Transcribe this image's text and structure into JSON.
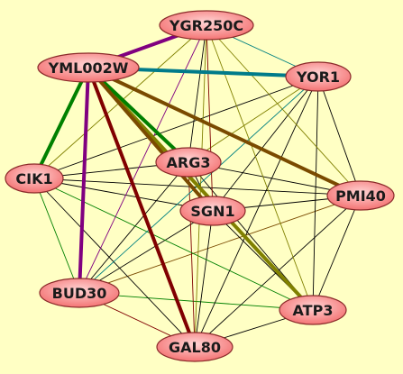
{
  "graph": {
    "background": "#ffffc4",
    "node_fill_center": "#ffd4d4",
    "node_fill_edge": "#f47474",
    "node_stroke": "#8a2a2a",
    "nodes": [
      {
        "id": "YGR250C",
        "label": "YGR250C"
      },
      {
        "id": "YML002W",
        "label": "YML002W"
      },
      {
        "id": "YOR1",
        "label": "YOR1"
      },
      {
        "id": "CIK1",
        "label": "CIK1"
      },
      {
        "id": "ARG3",
        "label": "ARG3"
      },
      {
        "id": "PMI40",
        "label": "PMI40"
      },
      {
        "id": "SGN1",
        "label": "SGN1"
      },
      {
        "id": "BUD30",
        "label": "BUD30"
      },
      {
        "id": "ATP3",
        "label": "ATP3"
      },
      {
        "id": "GAL80",
        "label": "GAL80"
      }
    ],
    "edges": [
      {
        "source": "YGR250C",
        "target": "YML002W",
        "color": "#800080",
        "weight": "thick"
      },
      {
        "source": "YML002W",
        "target": "YOR1",
        "color": "#007b8a",
        "weight": "thick"
      },
      {
        "source": "YML002W",
        "target": "CIK1",
        "color": "#008000",
        "weight": "thick"
      },
      {
        "source": "YML002W",
        "target": "BUD30",
        "color": "#800080",
        "weight": "thick"
      },
      {
        "source": "YML002W",
        "target": "GAL80",
        "color": "#800000",
        "weight": "thick"
      },
      {
        "source": "YML002W",
        "target": "PMI40",
        "color": "#7a4a00",
        "weight": "thick"
      },
      {
        "source": "YML002W",
        "target": "ATP3",
        "color": "#808000",
        "weight": "thick"
      },
      {
        "source": "YML002W",
        "target": "ARG3",
        "color": "#008000",
        "weight": "thick"
      },
      {
        "source": "YML002W",
        "target": "SGN1",
        "color": "#7a4a00",
        "weight": "thick"
      },
      {
        "source": "YGR250C",
        "target": "YOR1",
        "color": "#008080",
        "weight": "thin"
      },
      {
        "source": "YGR250C",
        "target": "CIK1",
        "color": "#808000",
        "weight": "thin"
      },
      {
        "source": "YGR250C",
        "target": "ARG3",
        "color": "#000000",
        "weight": "thin"
      },
      {
        "source": "YGR250C",
        "target": "SGN1",
        "color": "#800000",
        "weight": "thin"
      },
      {
        "source": "YGR250C",
        "target": "PMI40",
        "color": "#808000",
        "weight": "thin"
      },
      {
        "source": "YGR250C",
        "target": "BUD30",
        "color": "#800080",
        "weight": "thin"
      },
      {
        "source": "YGR250C",
        "target": "ATP3",
        "color": "#808000",
        "weight": "thin"
      },
      {
        "source": "YGR250C",
        "target": "GAL80",
        "color": "#808000",
        "weight": "thin"
      },
      {
        "source": "YOR1",
        "target": "CIK1",
        "color": "#000000",
        "weight": "thin"
      },
      {
        "source": "YOR1",
        "target": "ARG3",
        "color": "#808000",
        "weight": "thin"
      },
      {
        "source": "YOR1",
        "target": "SGN1",
        "color": "#000000",
        "weight": "thin"
      },
      {
        "source": "YOR1",
        "target": "PMI40",
        "color": "#000000",
        "weight": "thin"
      },
      {
        "source": "YOR1",
        "target": "BUD30",
        "color": "#008080",
        "weight": "thin"
      },
      {
        "source": "YOR1",
        "target": "ATP3",
        "color": "#000000",
        "weight": "thin"
      },
      {
        "source": "YOR1",
        "target": "GAL80",
        "color": "#000000",
        "weight": "thin"
      },
      {
        "source": "CIK1",
        "target": "ARG3",
        "color": "#000000",
        "weight": "thin"
      },
      {
        "source": "CIK1",
        "target": "SGN1",
        "color": "#000000",
        "weight": "thin"
      },
      {
        "source": "CIK1",
        "target": "PMI40",
        "color": "#000000",
        "weight": "thin"
      },
      {
        "source": "CIK1",
        "target": "BUD30",
        "color": "#008000",
        "weight": "thin"
      },
      {
        "source": "CIK1",
        "target": "ATP3",
        "color": "#008000",
        "weight": "thin"
      },
      {
        "source": "CIK1",
        "target": "GAL80",
        "color": "#000000",
        "weight": "thin"
      },
      {
        "source": "ARG3",
        "target": "SGN1",
        "color": "#000000",
        "weight": "thin"
      },
      {
        "source": "ARG3",
        "target": "PMI40",
        "color": "#000000",
        "weight": "thin"
      },
      {
        "source": "ARG3",
        "target": "BUD30",
        "color": "#000000",
        "weight": "thin"
      },
      {
        "source": "ARG3",
        "target": "ATP3",
        "color": "#000000",
        "weight": "thin"
      },
      {
        "source": "ARG3",
        "target": "GAL80",
        "color": "#800000",
        "weight": "thin"
      },
      {
        "source": "SGN1",
        "target": "PMI40",
        "color": "#000000",
        "weight": "thin"
      },
      {
        "source": "SGN1",
        "target": "BUD30",
        "color": "#000000",
        "weight": "thin"
      },
      {
        "source": "SGN1",
        "target": "ATP3",
        "color": "#000000",
        "weight": "thin"
      },
      {
        "source": "SGN1",
        "target": "GAL80",
        "color": "#000000",
        "weight": "thin"
      },
      {
        "source": "PMI40",
        "target": "BUD30",
        "color": "#7a4a00",
        "weight": "thin"
      },
      {
        "source": "PMI40",
        "target": "ATP3",
        "color": "#000000",
        "weight": "thin"
      },
      {
        "source": "PMI40",
        "target": "GAL80",
        "color": "#000000",
        "weight": "thin"
      },
      {
        "source": "BUD30",
        "target": "ATP3",
        "color": "#008000",
        "weight": "thin"
      },
      {
        "source": "BUD30",
        "target": "GAL80",
        "color": "#800000",
        "weight": "thin"
      },
      {
        "source": "ATP3",
        "target": "GAL80",
        "color": "#000000",
        "weight": "thin"
      }
    ]
  }
}
